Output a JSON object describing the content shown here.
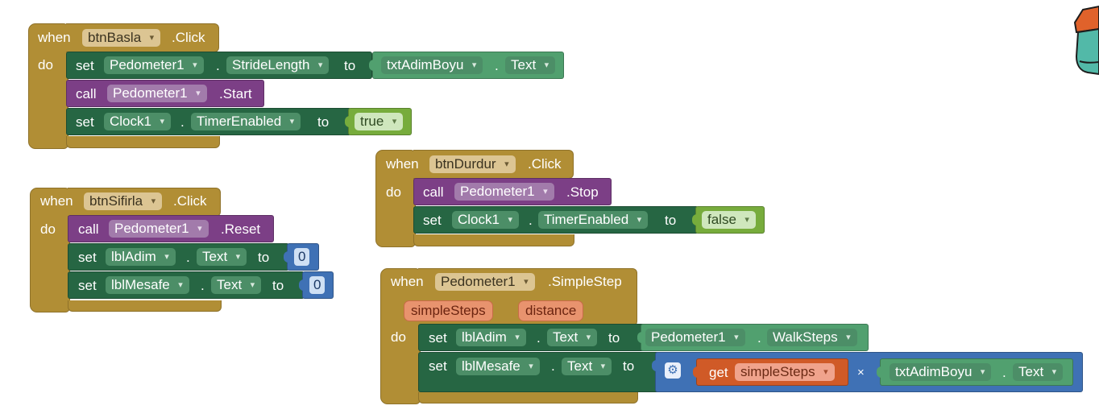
{
  "kw": {
    "when": "when",
    "do": "do",
    "set": "set",
    "call": "call",
    "get": "get",
    "to": "to",
    "dot": ".",
    "times": "×"
  },
  "b1": {
    "component": "btnBasla",
    "event": ".Click",
    "s1": {
      "comp": "Pedometer1",
      "prop": "StrideLength",
      "vcomp": "txtAdimBoyu",
      "vprop": "Text"
    },
    "s2": {
      "comp": "Pedometer1",
      "method": ".Start"
    },
    "s3": {
      "comp": "Clock1",
      "prop": "TimerEnabled",
      "value": "true"
    }
  },
  "b2": {
    "component": "btnSifirla",
    "event": ".Click",
    "s1": {
      "comp": "Pedometer1",
      "method": ".Reset"
    },
    "s2": {
      "comp": "lblAdim",
      "prop": "Text",
      "value": "0"
    },
    "s3": {
      "comp": "lblMesafe",
      "prop": "Text",
      "value": "0"
    }
  },
  "b3": {
    "component": "btnDurdur",
    "event": ".Click",
    "s1": {
      "comp": "Pedometer1",
      "method": ".Stop"
    },
    "s2": {
      "comp": "Clock1",
      "prop": "TimerEnabled",
      "value": "false"
    }
  },
  "b4": {
    "component": "Pedometer1",
    "event": ".SimpleStep",
    "params": [
      "simpleSteps",
      "distance"
    ],
    "s1": {
      "comp": "lblAdim",
      "prop": "Text",
      "vcomp": "Pedometer1",
      "vprop": "WalkSteps"
    },
    "s2": {
      "comp": "lblMesafe",
      "prop": "Text",
      "getvar": "simpleSteps",
      "vcomp": "txtAdimBoyu",
      "vprop": "Text"
    }
  },
  "colors": {
    "event": "#b18e35",
    "set": "#266643",
    "call": "#7c3f86",
    "math": "#3f71b5",
    "logic": "#77ac3c",
    "variable": "#d05a27"
  }
}
